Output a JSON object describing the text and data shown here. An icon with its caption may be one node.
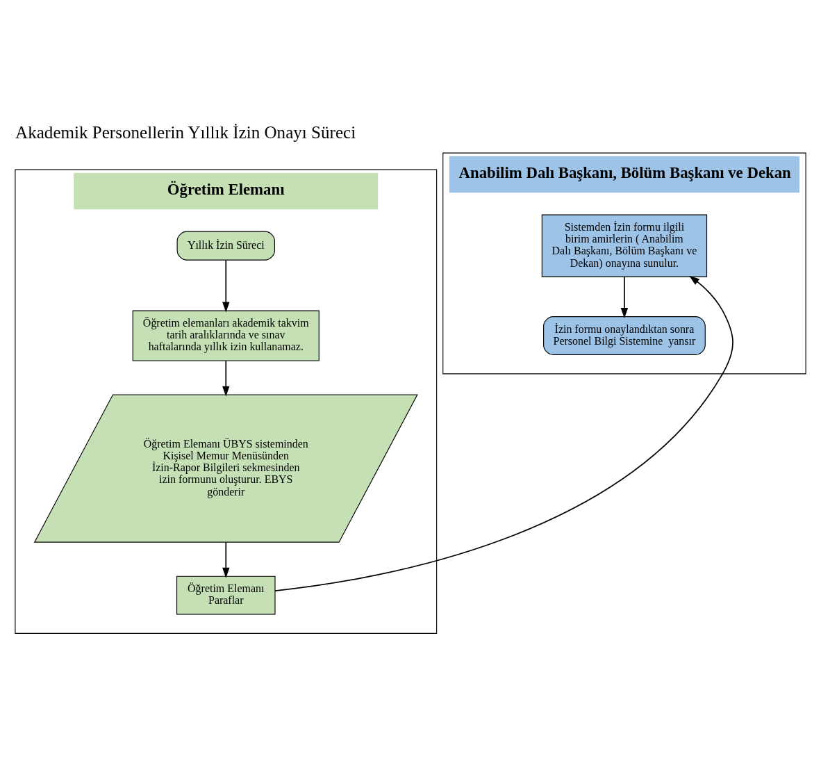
{
  "diagram": {
    "title": "Akademik Personellerin Yıllık İzin Onayı Süreci",
    "nodes": [
      {
        "text": [
          "Öğretim Elemanı"
        ]
      },
      {
        "text": [
          "Anabilim Dalı Başkanı, Bölüm Başkanı ve Dekan"
        ]
      },
      {
        "text": [
          "Yıllık İzin Süreci"
        ],
        "in": 0
      },
      {
        "text": [
          "Öğretim elemanları akademik takvim tarih aralıklarında ve sınav haftalarında yıllık izin kullanamaz."
        ],
        "in": 0
      },
      {
        "text": [
          "Öğretim Elemanı ÜBYS sisteminden Kişisel Memur Menüsünden İzin-Rapor Bilgileri sekmesinden izin formunu oluşturur. EBYS gönderir"
        ],
        "in": 0
      },
      {
        "text": [
          "Öğretim Elemanı Paraflar"
        ],
        "in": 0
      },
      {
        "text": [
          "Sistemden İzin formu ilgili birim amirlerin ( Anabilim Dalı Başkanı, Bölüm Başkanı ve Dekan) onayına sunulur."
        ],
        "in": 1
      },
      {
        "text": [
          "İzin formu onaylandıktan sonra Personel Bilgi Sistemine  yansır"
        ],
        "in": 1
      }
    ],
    "edges": [
      {
        "from": 2,
        "to": 3,
        "arrow": "to"
      },
      {
        "from": 3,
        "to": 4,
        "arrow": "to"
      },
      {
        "from": 4,
        "to": 5,
        "arrow": "to"
      },
      {
        "from": 5,
        "to": 6,
        "arrow": "to"
      },
      {
        "from": 6,
        "to": 7,
        "arrow": "to"
      }
    ]
  }
}
